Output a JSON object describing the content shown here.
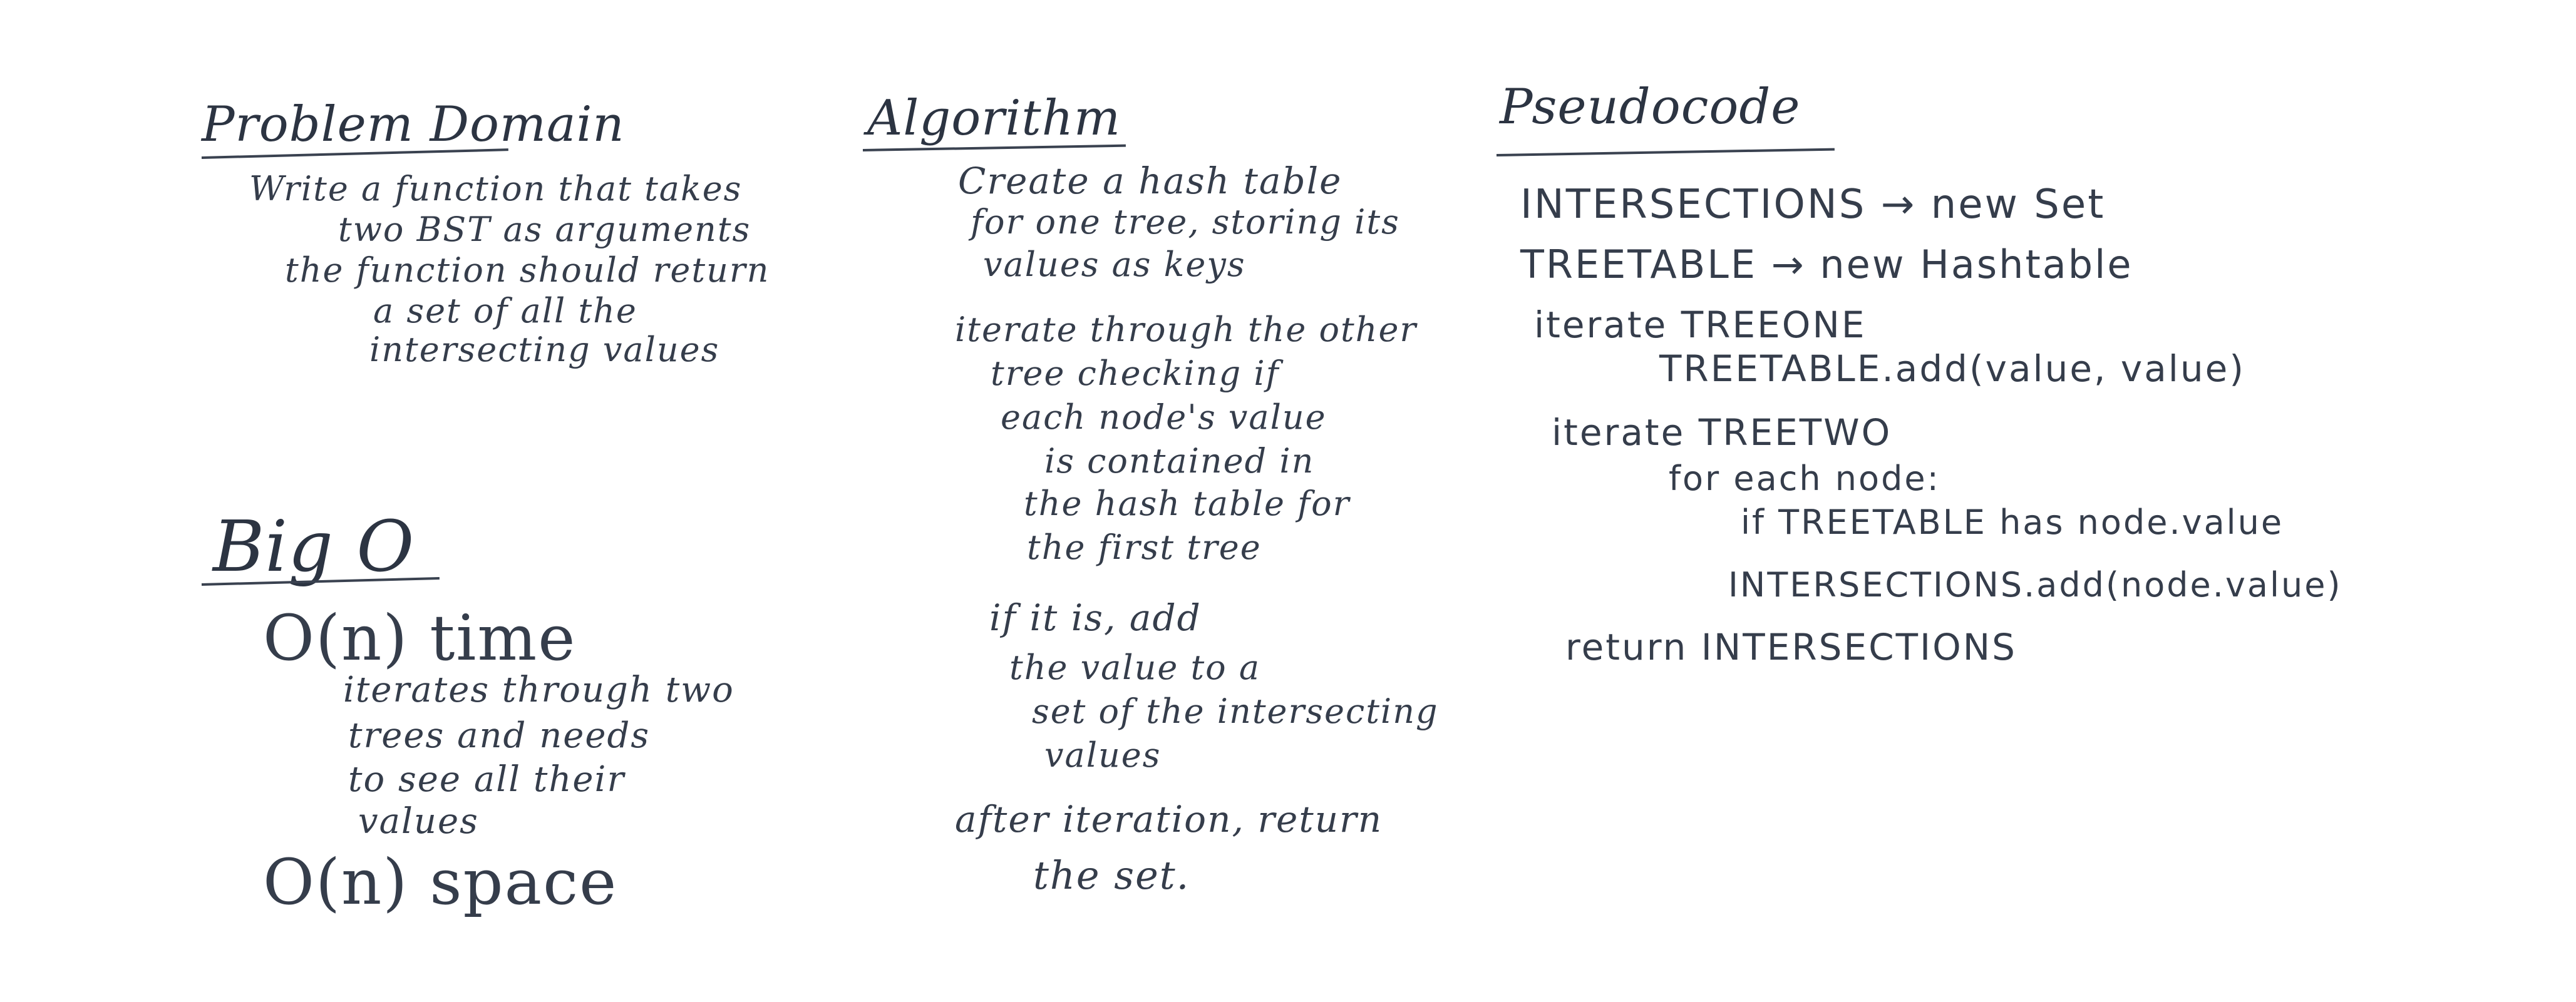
{
  "problem_domain": {
    "heading": "Problem Domain",
    "lines": [
      "Write a function that takes",
      "two BST as arguments",
      "the function should return",
      "a set of all the",
      "intersecting values"
    ]
  },
  "big_o": {
    "heading": "Big O",
    "time": "O(n) time",
    "time_lines": [
      "iterates through two",
      "trees and needs",
      "to see all their",
      "values"
    ],
    "space": "O(n) space"
  },
  "algorithm": {
    "heading": "Algorithm",
    "lines": [
      "Create a hash table",
      "for one tree, storing its",
      "values as keys",
      "iterate through the other",
      "tree checking if",
      "each node's value",
      "is contained in",
      "the hash table for",
      "the first tree",
      "if it is, add",
      "the value to a",
      "set of the intersecting",
      "values",
      "after iteration, return",
      "the set."
    ]
  },
  "pseudocode": {
    "heading": "Pseudocode",
    "lines": [
      "INTERSECTIONS → new Set",
      "TREETABLE → new Hashtable",
      "iterate TREEONE",
      "TREETABLE.add(value, value)",
      "iterate TREETWO",
      "for each node:",
      "if TREETABLE has node.value",
      "INTERSECTIONS.add(node.value)",
      "return INTERSECTIONS"
    ]
  },
  "colors": {
    "ink": "#353d4b",
    "background": "#ffffff"
  }
}
